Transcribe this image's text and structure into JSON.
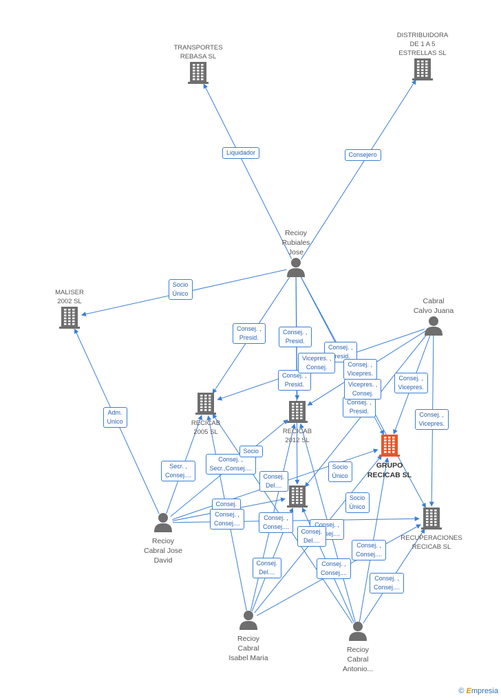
{
  "nodes": [
    {
      "id": "transportes",
      "type": "company",
      "label": "TRANSPORTES\nREBASA SL"
    },
    {
      "id": "distribuidora",
      "type": "company",
      "label": "DISTRIBUIDORA\nDE 1 A 5\nESTRELLAS SL"
    },
    {
      "id": "maliser",
      "type": "company",
      "label": "MALISER\n2002 SL"
    },
    {
      "id": "recicab2005",
      "type": "company",
      "label": "RECICAB\n2005 SL"
    },
    {
      "id": "recicab2012",
      "type": "company",
      "label": "RECICAB\n2012 SL"
    },
    {
      "id": "grupo",
      "type": "main",
      "label": "GRUPO\nRECICAB SL"
    },
    {
      "id": "recuperaciones",
      "type": "company",
      "label": "RECUPERACIONES\nRECICAB SL"
    },
    {
      "id": "midco",
      "type": "company",
      "label": ""
    },
    {
      "id": "jose",
      "type": "person",
      "label": "Recioy\nRubiales\nJose"
    },
    {
      "id": "juana",
      "type": "person",
      "label": "Cabral\nCalvo Juana"
    },
    {
      "id": "david",
      "type": "person",
      "label": "Recioy\nCabral Jose\nDavid"
    },
    {
      "id": "isabel",
      "type": "person",
      "label": "Recioy\nCabral\nIsabel Maria"
    },
    {
      "id": "antonio",
      "type": "person",
      "label": "Recioy\nCabral\nAntonio..."
    }
  ],
  "edges": [
    {
      "from": "jose",
      "to": "transportes",
      "label": "Liquidador"
    },
    {
      "from": "jose",
      "to": "distribuidora",
      "label": "Consejero"
    },
    {
      "from": "jose",
      "to": "maliser",
      "label": "Socio\nÚnico"
    },
    {
      "from": "jose",
      "to": "recicab2005",
      "label": "Consej. ,\nPresid."
    },
    {
      "from": "jose",
      "to": "recicab2012",
      "label": "Consej. ,\nPresid."
    },
    {
      "from": "jose",
      "to": "grupo",
      "label": "Consej. ,\nPresid."
    },
    {
      "from": "jose",
      "to": "midco",
      "label": "Consej. ,\nPresid."
    },
    {
      "from": "jose",
      "to": "recuperaciones",
      "label": "Consej. ,\nPresid."
    },
    {
      "from": "juana",
      "to": "recicab2005",
      "label": "Vicepres. ,\nConsej."
    },
    {
      "from": "juana",
      "to": "recicab2012",
      "label": "Consej. ,\nVicepres."
    },
    {
      "from": "juana",
      "to": "grupo",
      "label": "Vicepres. ,\nConsej."
    },
    {
      "from": "juana",
      "to": "midco",
      "label": "Consej. ,\nVicepres."
    },
    {
      "from": "juana",
      "to": "recuperaciones",
      "label": "Consej. ,\nVicepres."
    },
    {
      "from": "david",
      "to": "maliser",
      "label": "Adm.\nUnico"
    },
    {
      "from": "david",
      "to": "recicab2005",
      "label": "Secr. ,\nConsej...."
    },
    {
      "from": "david",
      "to": "recicab2012",
      "label": "Consej. ,\nSecr.,Consej...."
    },
    {
      "from": "david",
      "to": "grupo",
      "label": "Socio\nÚnico"
    },
    {
      "from": "david",
      "to": "midco",
      "label": "Consej.\nDel...."
    },
    {
      "from": "david",
      "to": "recuperaciones",
      "label": "Socio\nÚnico"
    },
    {
      "from": "isabel",
      "to": "recicab2005",
      "label": "Socio"
    },
    {
      "from": "isabel",
      "to": "recicab2012",
      "label": "Consej. ,\nConsej...."
    },
    {
      "from": "isabel",
      "to": "grupo",
      "label": "Consej. ,\nConsej...."
    },
    {
      "from": "isabel",
      "to": "midco",
      "label": "Consej.\nDel...."
    },
    {
      "from": "isabel",
      "to": "recuperaciones",
      "label": "Consej. ,\nConsej...."
    },
    {
      "from": "antonio",
      "to": "recicab2005",
      "label": "Consej."
    },
    {
      "from": "antonio",
      "to": "recicab2012",
      "label": "Consej. ,\nConsej...."
    },
    {
      "from": "antonio",
      "to": "grupo",
      "label": "Consej.\nDel...."
    },
    {
      "from": "antonio",
      "to": "midco",
      "label": "Consej. ,\nConsej...."
    },
    {
      "from": "antonio",
      "to": "recuperaciones",
      "label": "Consej. ,\nConsej...."
    }
  ],
  "colors": {
    "edge": "#3a7fd5",
    "icon": "#6e6e6e",
    "main": "#e8552b"
  },
  "footer": {
    "copyright": "©",
    "brand_first": "E",
    "brand_rest": "mpresia"
  }
}
